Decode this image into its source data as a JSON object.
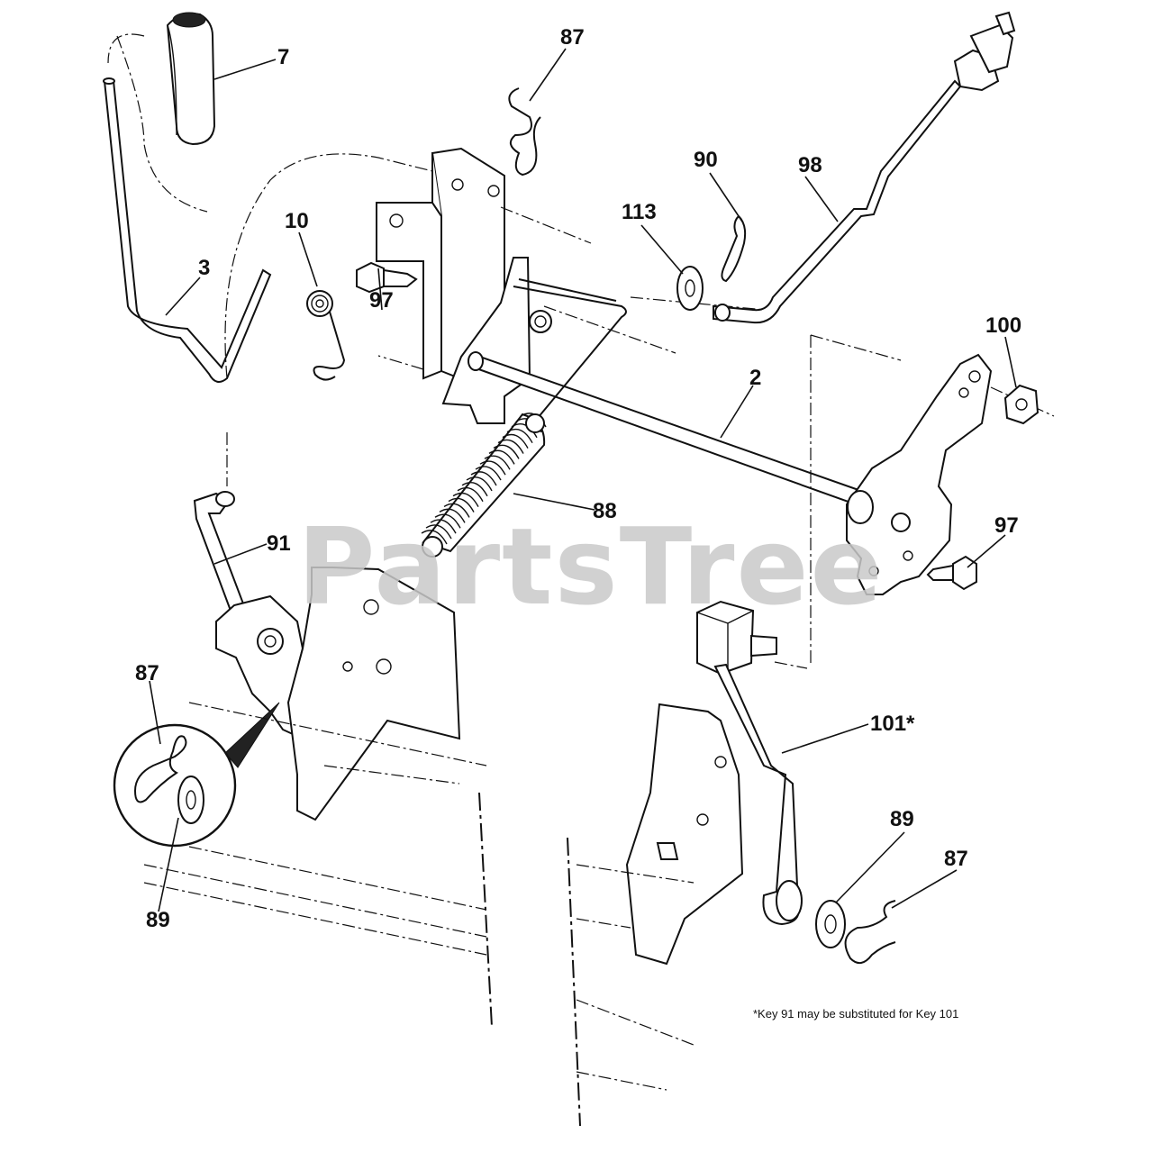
{
  "watermark": "PartsTree",
  "footnote": "*Key 91 may be substituted for Key 101",
  "callouts": [
    {
      "id": "c7",
      "label": "7"
    },
    {
      "id": "c87a",
      "label": "87"
    },
    {
      "id": "c90",
      "label": "90"
    },
    {
      "id": "c98",
      "label": "98"
    },
    {
      "id": "c113",
      "label": "113"
    },
    {
      "id": "c10",
      "label": "10"
    },
    {
      "id": "c3",
      "label": "3"
    },
    {
      "id": "c97a",
      "label": "97"
    },
    {
      "id": "c100",
      "label": "100"
    },
    {
      "id": "c2",
      "label": "2"
    },
    {
      "id": "c88",
      "label": "88"
    },
    {
      "id": "c97b",
      "label": "97"
    },
    {
      "id": "c91",
      "label": "91"
    },
    {
      "id": "c87b",
      "label": "87"
    },
    {
      "id": "c89a",
      "label": "89"
    },
    {
      "id": "c101",
      "label": "101*"
    },
    {
      "id": "c89b",
      "label": "89"
    },
    {
      "id": "c87c",
      "label": "87"
    }
  ]
}
